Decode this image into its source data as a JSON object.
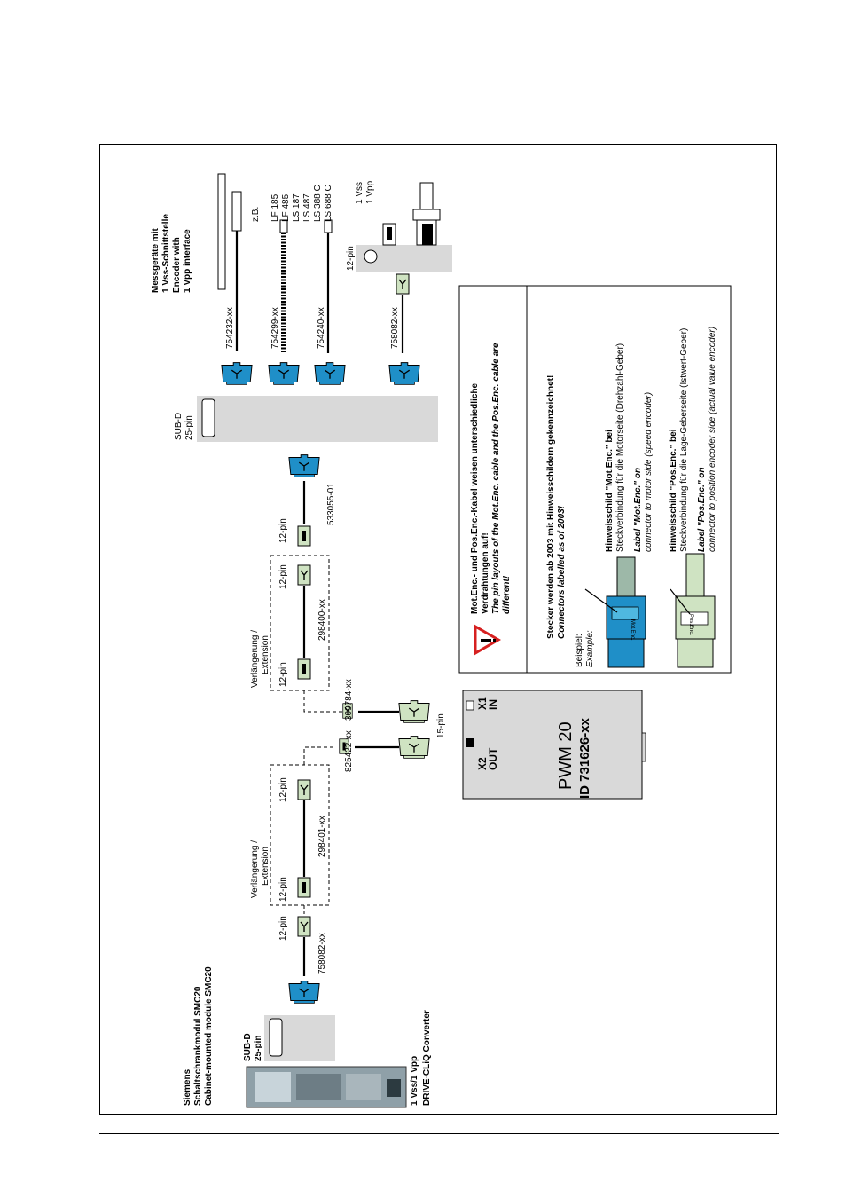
{
  "encoders": {
    "title": [
      "Messgeräte mit",
      "1 Vss-Schnittstelle",
      "Encoder with",
      "1 Vpp interface"
    ],
    "example_label": "z.B.",
    "models": [
      "LF 185",
      "LF 485",
      "LS 187",
      "LS 487",
      "LS 388 C",
      "LS 688 C"
    ],
    "signal": [
      "1 Vss",
      "1 Vpp"
    ],
    "connector_12pin": "12-pin"
  },
  "subd_top": {
    "label": [
      "SUB-D",
      "25-pin"
    ]
  },
  "cables": {
    "c754232": "754232-xx",
    "c754299": "754299-xx",
    "c754240": "754240-xx",
    "c758082_top": "758082-xx",
    "c533055": "533055-01",
    "c298400": "298400-xx",
    "c298401": "298401-xx",
    "c309784": "309784-xx",
    "c825422": "825422-xx",
    "c758082_bottom": "758082-xx"
  },
  "pins": {
    "twelve": "12-pin",
    "fifteen": "15-pin"
  },
  "extension": {
    "label": [
      "Verlängerung /",
      "Extension"
    ]
  },
  "pwm": {
    "title": "PWM 20",
    "id": "ID 731626-xx",
    "x1": [
      "X1",
      "IN"
    ],
    "x2": [
      "X2",
      "OUT"
    ]
  },
  "smc": {
    "title": [
      "Siemens",
      "Schaltschrankmodul SMC20",
      "Cabinet-mounted module SMC20"
    ],
    "subd": [
      "SUB-D",
      "25-pin"
    ],
    "converter": [
      "1 Vss/1 Vpp",
      "DRIVE-CLiQ Converter"
    ]
  },
  "note": {
    "warning": [
      "Mot.Enc.- und Pos.Enc.-Kabel weisen unterschiedliche",
      "Verdrahtungen auf!",
      "The pin layouts of the Mot.Enc. cable and the Pos.Enc. cable are",
      "different!"
    ],
    "heading": [
      "Stecker werden ab 2003 mit Hinweisschildern gekennzeichnet!",
      "Connectors labelled as of 2003!"
    ],
    "example": [
      "Beispiel:",
      "Example:"
    ],
    "mot_line1_pre": "Hinweisschild ",
    "mot_tag": "\"Mot.Enc.\"",
    "mot_line1_post": " bei",
    "mot_line2": "Steckverbindung für die Motorseite (Drehzahl-Geber)",
    "mot_line3_pre": "Label ",
    "mot_line3_post": " on",
    "mot_line4": "connector to motor side (speed encoder)",
    "pos_line1_pre": "Hinweisschild ",
    "pos_tag": "\"Pos.Enc.\"",
    "pos_line1_post": " bei",
    "pos_line2": "Steckverbindung für die Lage-Geberseite (Istwert-Geber)",
    "pos_line3_pre": "Label ",
    "pos_line3_post": " on",
    "pos_line4": "connector to position encoder side (actual value encoder)",
    "mot_sticker": "Mot.Enc.",
    "pos_sticker": "Pos.Enc."
  },
  "colors": {
    "blue": "#1f8fc8",
    "green": "#cfe3c2",
    "gray": "#d9d9d9",
    "highlight": "#4fb8e0"
  }
}
